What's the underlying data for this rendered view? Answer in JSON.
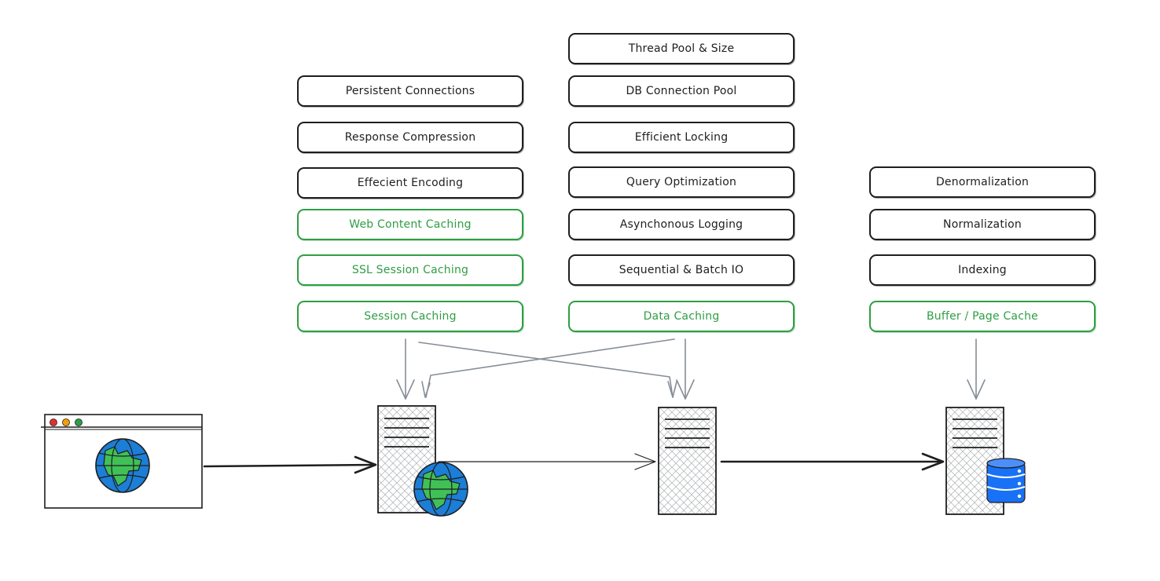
{
  "colors": {
    "stroke": "#1e1e1e",
    "cache": "#2f9e44",
    "arrow_gray": "#868e96",
    "globe_blue": "#1c7ed6",
    "globe_green": "#40c057",
    "db_blue": "#1971f5"
  },
  "columns": {
    "web": {
      "items": [
        {
          "label": "Persistent Connections",
          "kind": "optimization"
        },
        {
          "label": "Response Compression",
          "kind": "optimization"
        },
        {
          "label": "Effecient Encoding",
          "kind": "optimization"
        },
        {
          "label": "Web Content Caching",
          "kind": "cache"
        },
        {
          "label": "SSL Session Caching",
          "kind": "cache"
        },
        {
          "label": "Session Caching",
          "kind": "cache"
        }
      ]
    },
    "app": {
      "items": [
        {
          "label": "Thread Pool & Size",
          "kind": "optimization"
        },
        {
          "label": "DB Connection Pool",
          "kind": "optimization"
        },
        {
          "label": "Efficient Locking",
          "kind": "optimization"
        },
        {
          "label": "Query Optimization",
          "kind": "optimization"
        },
        {
          "label": "Asynchonous Logging",
          "kind": "optimization"
        },
        {
          "label": "Sequential & Batch IO",
          "kind": "optimization"
        },
        {
          "label": "Data Caching",
          "kind": "cache"
        }
      ]
    },
    "db": {
      "items": [
        {
          "label": "Denormalization",
          "kind": "optimization"
        },
        {
          "label": "Normalization",
          "kind": "optimization"
        },
        {
          "label": "Indexing",
          "kind": "optimization"
        },
        {
          "label": "Buffer / Page Cache",
          "kind": "cache"
        }
      ]
    }
  },
  "nodes": {
    "browser": {
      "icon": "browser-window-icon",
      "dots": [
        "#e03131",
        "#f59f00",
        "#2f9e44"
      ]
    },
    "web_server": {
      "icon": "web-server-icon"
    },
    "app_server": {
      "icon": "app-server-icon"
    },
    "db_server": {
      "icon": "database-server-icon"
    }
  }
}
